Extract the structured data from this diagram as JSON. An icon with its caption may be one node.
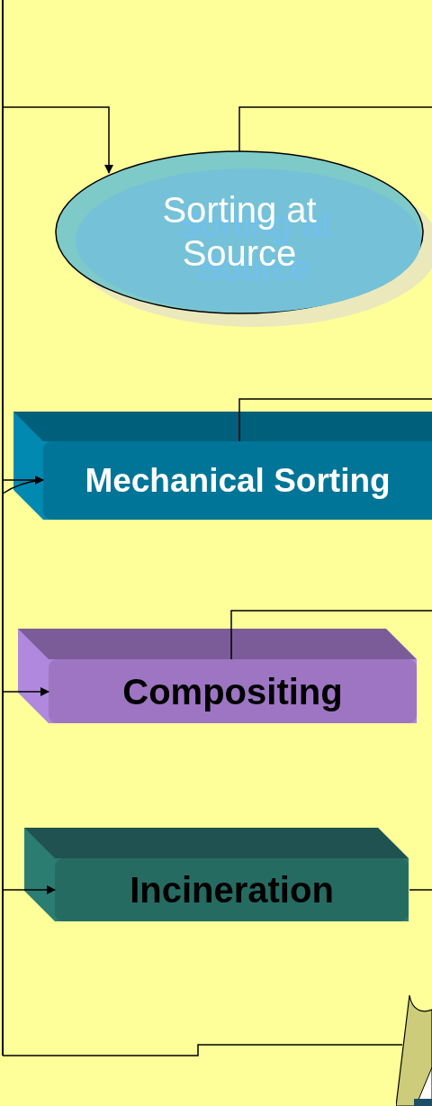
{
  "diagram": {
    "nodes": [
      {
        "text": [
          "Sorting at Source"
        ]
      },
      {
        "text": [
          "Mechanical Sorting"
        ]
      },
      {
        "text": [
          "Compositing"
        ]
      },
      {
        "text": [
          "Incineration"
        ]
      },
      {
        "text": [],
        "shape": "picture"
      }
    ],
    "edges": [
      {
        "from": null,
        "to": 0,
        "arrow": "to"
      },
      {
        "from": 0,
        "to": null,
        "arrow": "none"
      },
      {
        "from": null,
        "to": 1,
        "arrow": "to"
      },
      {
        "from": 1,
        "to": null,
        "arrow": "none"
      },
      {
        "from": null,
        "to": 2,
        "arrow": "to"
      },
      {
        "from": 2,
        "to": null,
        "arrow": "none"
      },
      {
        "from": null,
        "to": 3,
        "arrow": "to"
      },
      {
        "from": 3,
        "to": null,
        "arrow": "none"
      },
      {
        "from": null,
        "to": 4,
        "arrow": "none"
      }
    ]
  }
}
